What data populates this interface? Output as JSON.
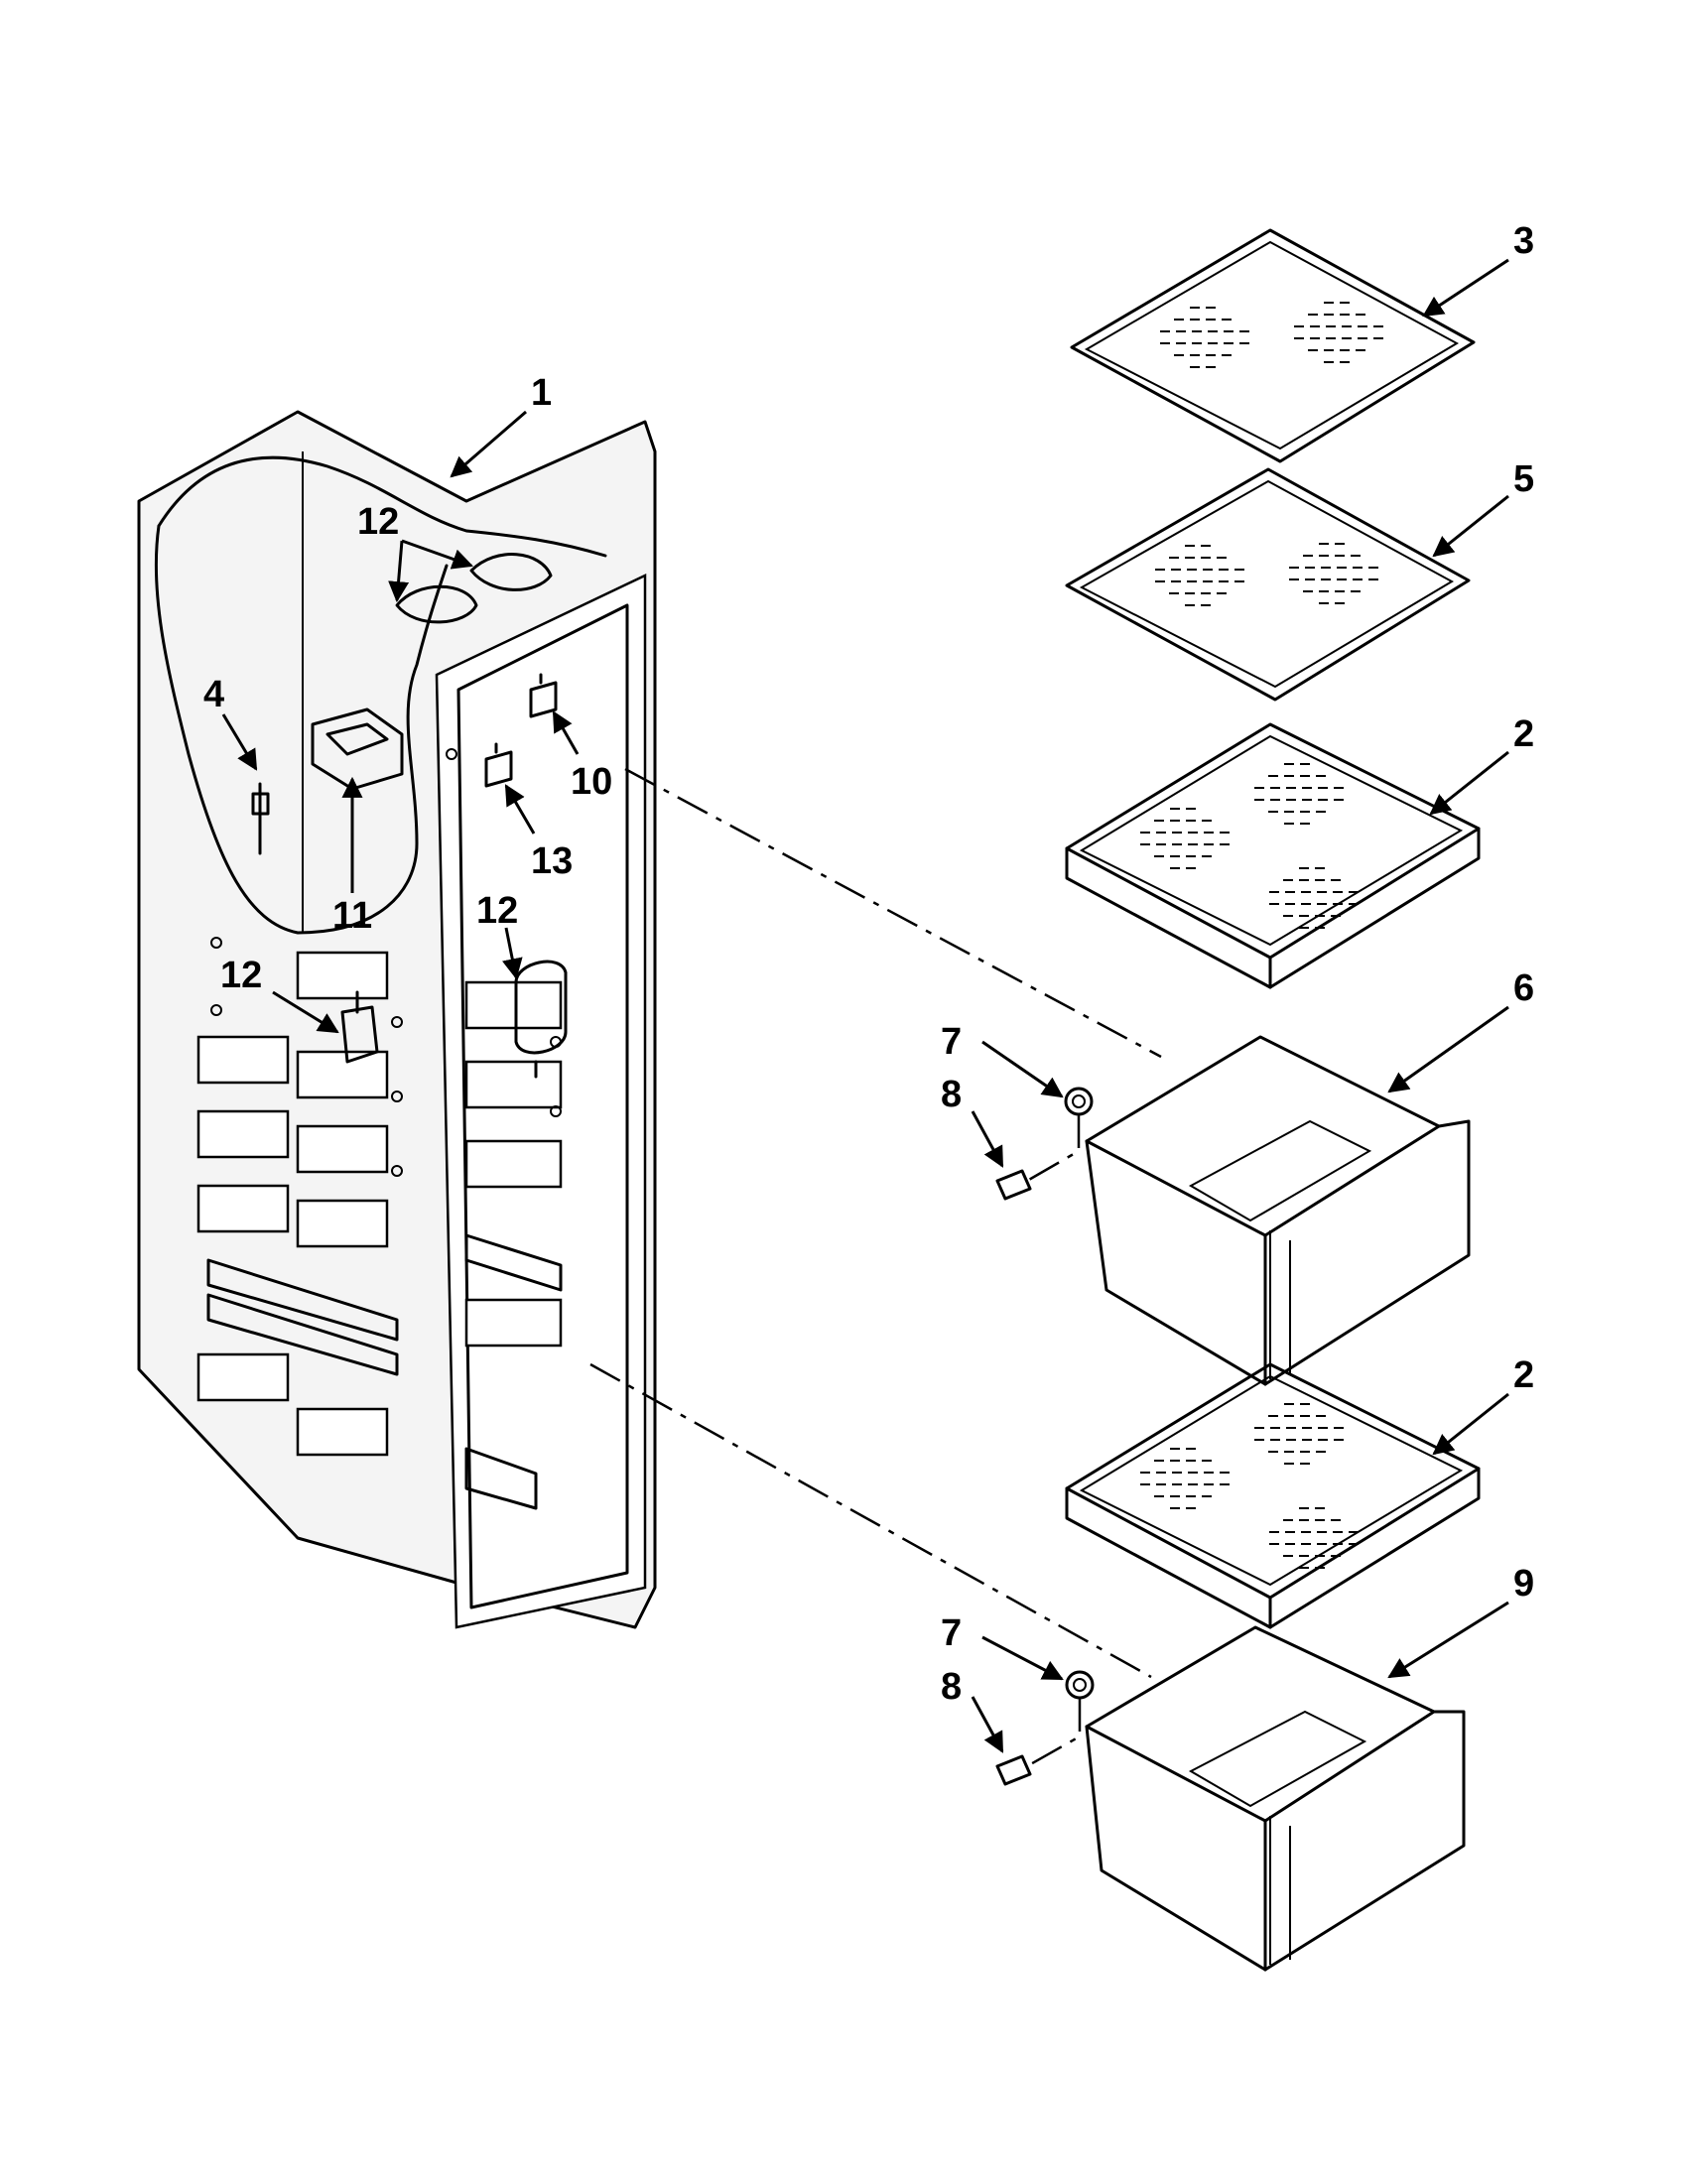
{
  "callouts": {
    "c1": "1",
    "c2a": "2",
    "c2b": "2",
    "c3": "3",
    "c4": "4",
    "c5": "5",
    "c6": "6",
    "c7a": "7",
    "c7b": "7",
    "c8a": "8",
    "c8b": "8",
    "c9": "9",
    "c10": "10",
    "c11": "11",
    "c12a": "12",
    "c12b": "12",
    "c12c": "12",
    "c13": "13"
  }
}
